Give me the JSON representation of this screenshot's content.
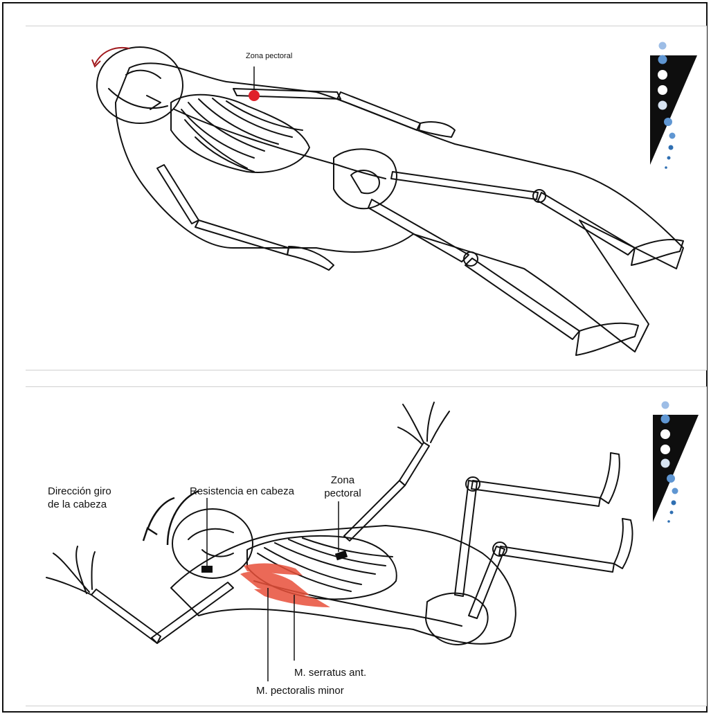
{
  "figure_top": {
    "label_zona_pectoral": "Zona pectoral"
  },
  "figure_bottom": {
    "label_direccion_line1": "Dirección giro",
    "label_direccion_line2": "de la cabeza",
    "label_resistencia": "Resistencia en cabeza",
    "label_zona_line1": "Zona",
    "label_zona_line2": "pectoral",
    "label_serratus": "M. serratus ant.",
    "label_pectoralis": "M. pectoralis minor"
  },
  "colors": {
    "muscle_highlight": "#e8503a",
    "pectoral_dot": "#e0202a",
    "dot_light": "#9dbde6",
    "dot_dark": "#2f6fb2",
    "outline": "#111111"
  },
  "icons": [
    "rotation-arrow-icon",
    "intensity-scale-icon",
    "curved-arrow-icon"
  ]
}
